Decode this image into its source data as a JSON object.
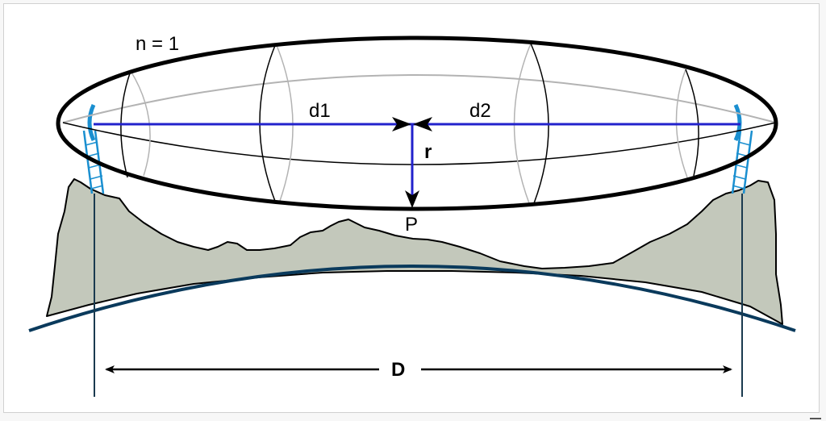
{
  "diagram": {
    "labels": {
      "zone": "n = 1",
      "d1": "d1",
      "d2": "d2",
      "radius": "r",
      "point": "P",
      "distance": "D"
    },
    "colors": {
      "ellipse": "#000000",
      "inner_ellipse": "#b3b3b3",
      "ray": "#2222cc",
      "antenna": "#1a8fd0",
      "terrain_fill": "#c3c8bb",
      "earth_curve": "#0a3a5c",
      "vertical_lines": "#1a3a4f"
    },
    "icons": [
      "left-antenna-icon",
      "right-antenna-icon"
    ]
  }
}
